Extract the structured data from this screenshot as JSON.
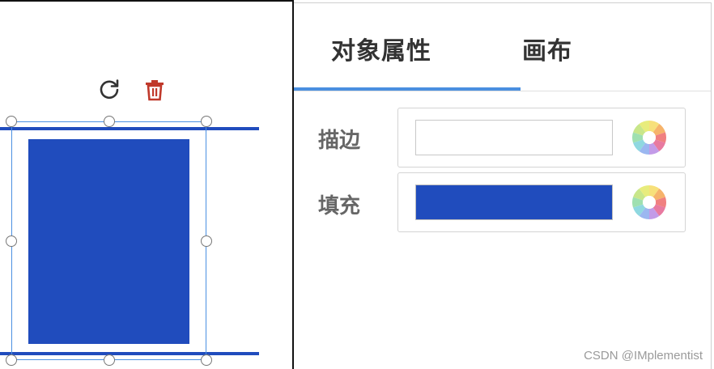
{
  "colors": {
    "accent": "#4a8fe0",
    "selection": "#4a90e2",
    "object_blue": "#204cbd",
    "delete_red": "#c0392b"
  },
  "toolbar": {
    "rotate_icon": "rotate-icon",
    "delete_icon": "trash-icon"
  },
  "tabs": [
    {
      "label": "对象属性",
      "active": true
    },
    {
      "label": "画布",
      "active": false
    }
  ],
  "properties": [
    {
      "label": "描边",
      "value": "#ffffff",
      "picker_icon": "color-wheel-icon"
    },
    {
      "label": "填充",
      "value": "#204cbd",
      "picker_icon": "color-wheel-icon"
    }
  ],
  "watermark": "CSDN @IMplementist"
}
